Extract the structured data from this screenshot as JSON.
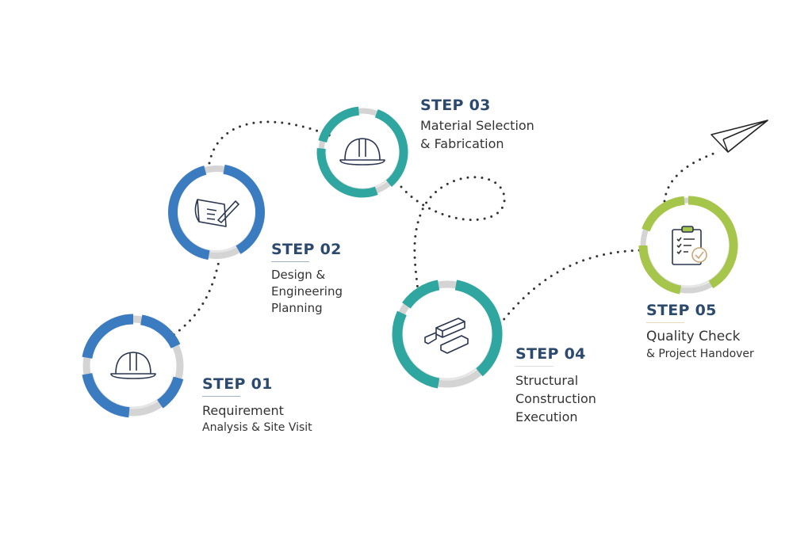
{
  "steps": [
    {
      "title": "STEP 01",
      "line1": "Requirement",
      "line2": "Analysis & Site Visit",
      "icon": "hard-hat-icon"
    },
    {
      "title": "STEP 02",
      "line1": "Design &",
      "line2": "Engineering",
      "line3": "Planning",
      "icon": "blueprint-pencil-icon"
    },
    {
      "title": "STEP 03",
      "line1": "Material Selection",
      "line2": "& Fabrication",
      "icon": "hard-hat-icon"
    },
    {
      "title": "STEP 04",
      "line1": "Structural",
      "line2": "Construction",
      "line3": "Execution",
      "icon": "steel-beams-icon"
    },
    {
      "title": "STEP 05",
      "line1": "Quality Check",
      "line2": "& Project Handover",
      "icon": "clipboard-check-icon"
    }
  ],
  "colors": {
    "blue": "#3b7bbf",
    "teal": "#2fa6a0",
    "green": "#a5c54b",
    "title": "#2c4a6e"
  }
}
